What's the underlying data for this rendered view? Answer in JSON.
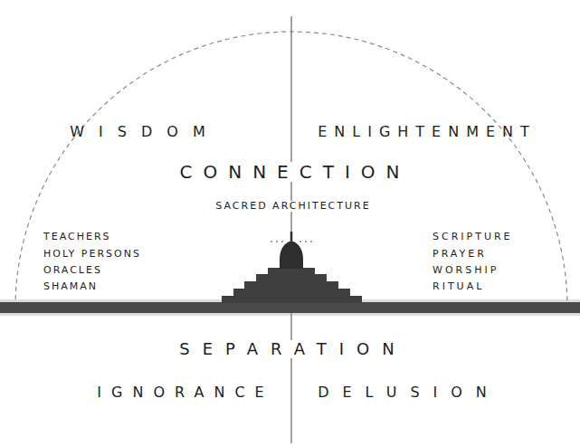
{
  "diagram": {
    "labels": [
      "WISDOM",
      "ENLIGHTENMENT",
      "CONNECTION",
      "SACRED ARCHITECTURE",
      "TEACHERS",
      "HOLY PERSONS",
      "ORACLES",
      "SHAMAN",
      "SCRIPTURE",
      "PRAYER",
      "WORSHIP",
      "RITUAL",
      "SEPARATION",
      "IGNORANCE",
      "DELUSION"
    ]
  }
}
